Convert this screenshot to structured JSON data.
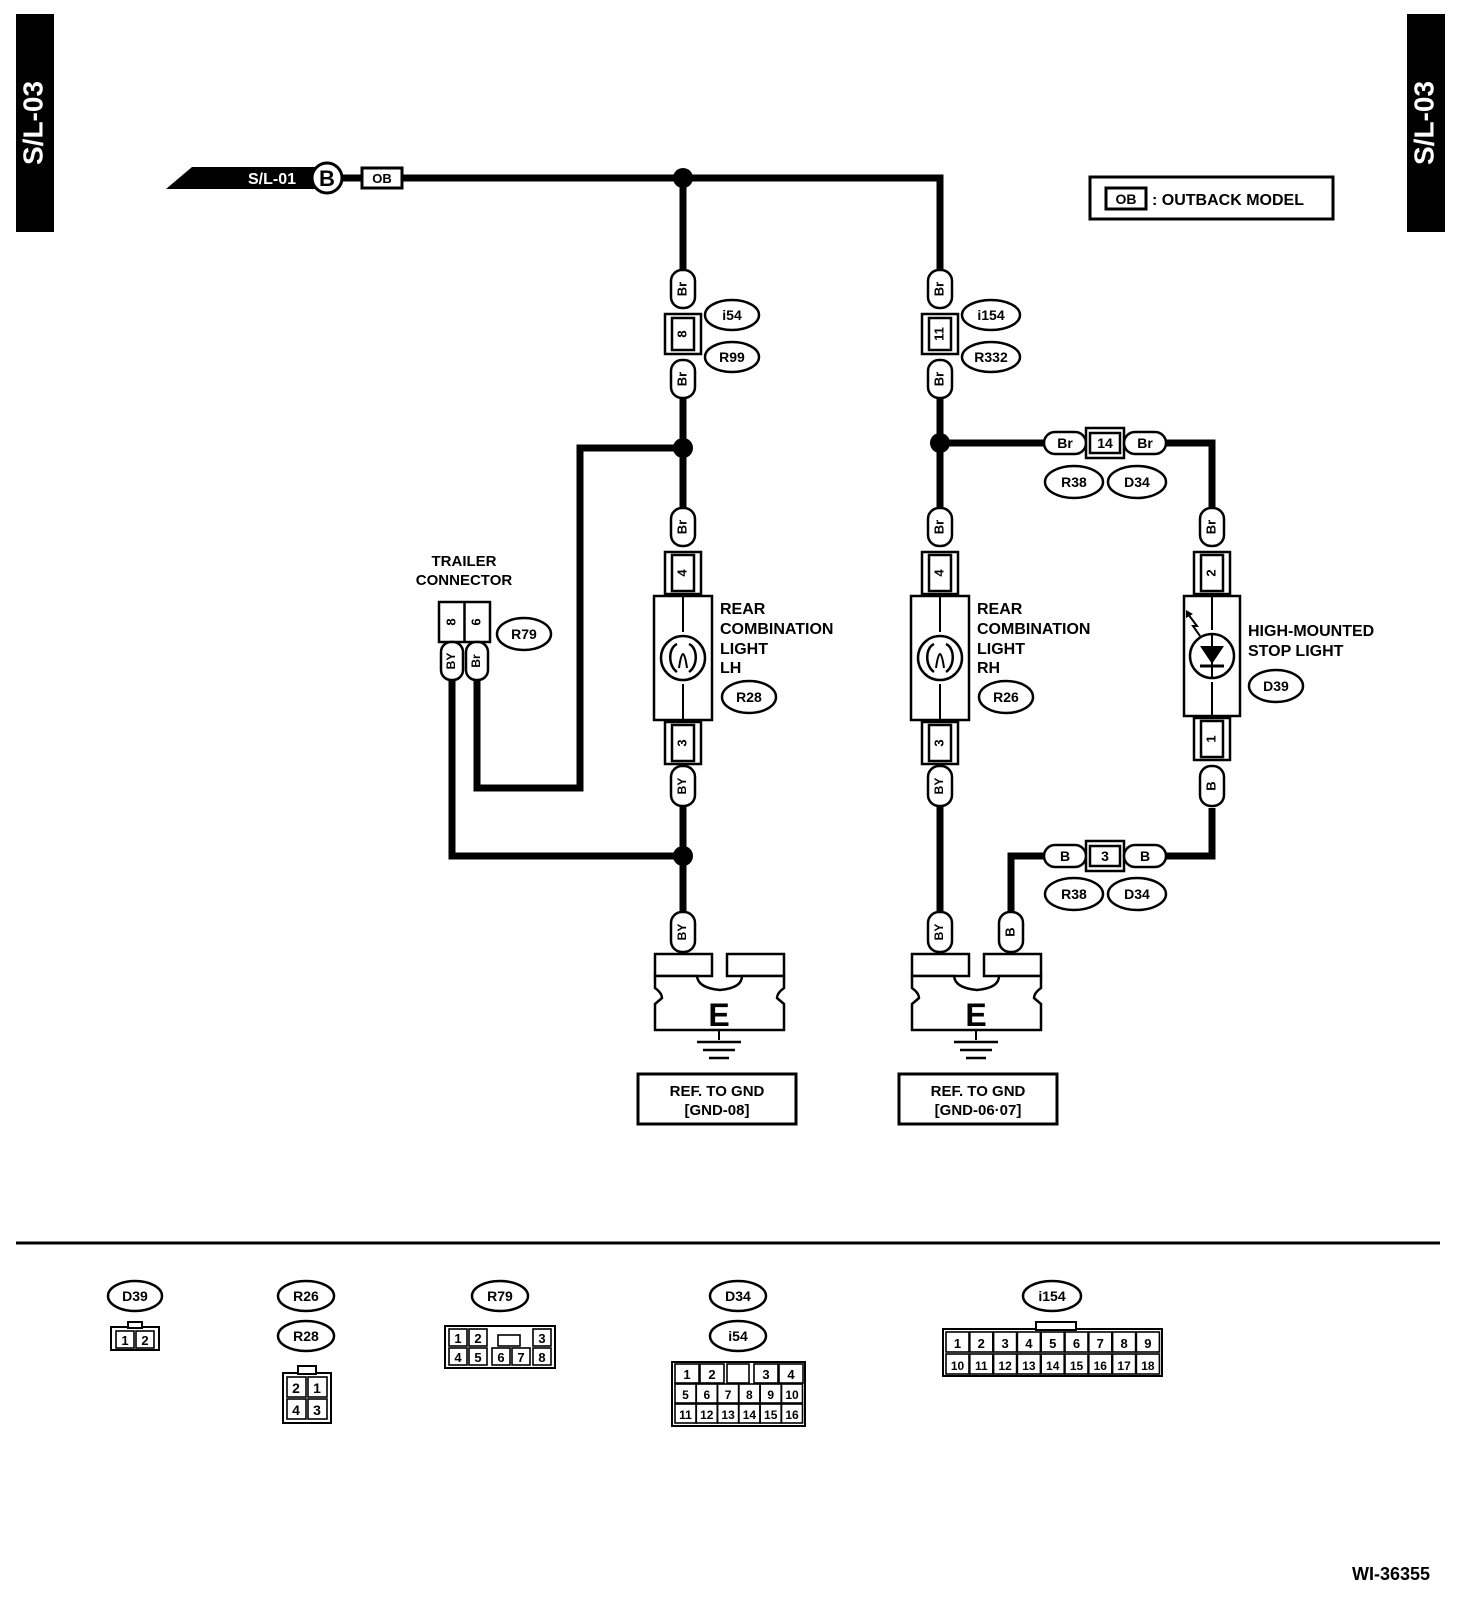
{
  "page_tag": "S/L-03",
  "source": {
    "page": "S/L-01",
    "connector": "B"
  },
  "ob_tag": "OB",
  "legend": {
    "tag": "OB",
    "text": ": OUTBACK MODEL"
  },
  "wire_colors": {
    "br": "Br",
    "by": "BY",
    "b": "B"
  },
  "left_branch": {
    "connector_pin": "8",
    "connectors": [
      "i54",
      "R99"
    ]
  },
  "right_branch": {
    "connector_pin": "11",
    "connectors": [
      "i154",
      "R332"
    ]
  },
  "upper_junction": {
    "pin": "14",
    "connectors": [
      "R38",
      "D34"
    ]
  },
  "lower_junction": {
    "pin": "3",
    "connectors": [
      "R38",
      "D34"
    ]
  },
  "trailer_connector": {
    "label_line1": "TRAILER",
    "label_line2": "CONNECTOR",
    "pins": [
      "8",
      "6"
    ],
    "wires": [
      "BY",
      "Br"
    ],
    "id": "R79"
  },
  "rear_lh": {
    "label_lines": [
      "REAR",
      "COMBINATION",
      "LIGHT",
      "LH"
    ],
    "id": "R28",
    "pin_top": "4",
    "pin_bottom": "3"
  },
  "rear_rh": {
    "label_lines": [
      "REAR",
      "COMBINATION",
      "LIGHT",
      "RH"
    ],
    "id": "R26",
    "pin_top": "4",
    "pin_bottom": "3"
  },
  "stop_light": {
    "label_lines": [
      "HIGH-MOUNTED",
      "STOP LIGHT"
    ],
    "id": "D39",
    "pin_top": "2",
    "pin_bottom": "1"
  },
  "ground_letter": "E",
  "ground_left": {
    "line1": "REF. TO GND",
    "line2": "[GND-08]"
  },
  "ground_right": {
    "line1": "REF. TO GND",
    "line2": "[GND-06·07]"
  },
  "connector_views": {
    "d39": {
      "ids": [
        "D39"
      ],
      "pins": [
        "1",
        "2"
      ]
    },
    "r26_r28": {
      "ids": [
        "R26",
        "R28"
      ],
      "pins": [
        "2",
        "1",
        "4",
        "3"
      ]
    },
    "r79": {
      "ids": [
        "R79"
      ],
      "pins": [
        "1",
        "2",
        "3",
        "4",
        "5",
        "6",
        "7",
        "8"
      ]
    },
    "d34_i54": {
      "ids": [
        "D34",
        "i54"
      ],
      "pins": [
        "1",
        "2",
        "3",
        "4",
        "5",
        "6",
        "7",
        "8",
        "9",
        "10",
        "11",
        "12",
        "13",
        "14",
        "15",
        "16"
      ]
    },
    "i154": {
      "ids": [
        "i154"
      ],
      "pins": [
        "1",
        "2",
        "3",
        "4",
        "5",
        "6",
        "7",
        "8",
        "9",
        "10",
        "11",
        "12",
        "13",
        "14",
        "15",
        "16",
        "17",
        "18"
      ]
    }
  },
  "figure_id": "WI-36355"
}
